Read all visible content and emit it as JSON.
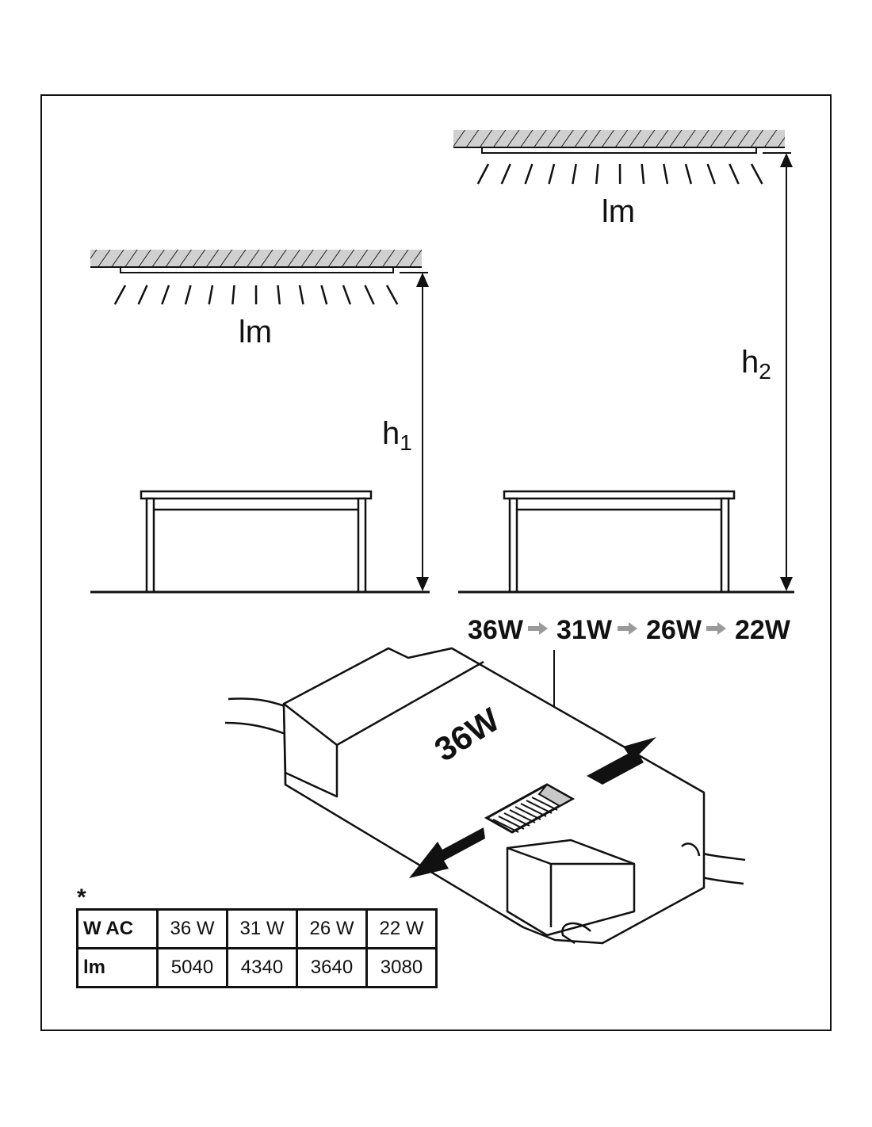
{
  "diagram": {
    "left_scene": {
      "lumen_label": "lm",
      "height_label": "h",
      "height_subscript": "1"
    },
    "right_scene": {
      "lumen_label": "lm",
      "height_label": "h",
      "height_subscript": "2"
    },
    "wattage_steps": [
      "36W",
      "31W",
      "26W",
      "22W"
    ],
    "driver_label": "36W",
    "arrow_color": "#9a9a9a",
    "switch_color": "#c8c8c8"
  },
  "table": {
    "footnote_marker": "*",
    "rows": [
      {
        "header": "W AC",
        "values": [
          "36 W",
          "31 W",
          "26 W",
          "22 W"
        ]
      },
      {
        "header": "lm",
        "values": [
          "5040",
          "4340",
          "3640",
          "3080"
        ]
      }
    ]
  }
}
